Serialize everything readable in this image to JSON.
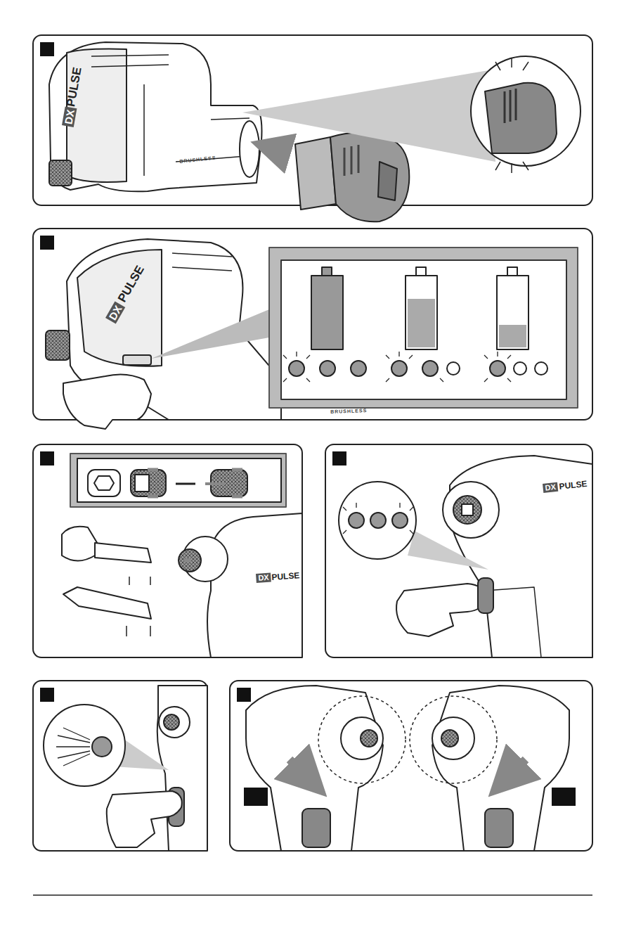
{
  "diagram": {
    "labels": [
      "DX",
      "PULSE",
      "BRUSHLESS",
      "DX",
      "PULSE",
      "BRUSHLESS",
      "DX",
      "PULSE",
      "DX",
      "PULSE"
    ]
  }
}
